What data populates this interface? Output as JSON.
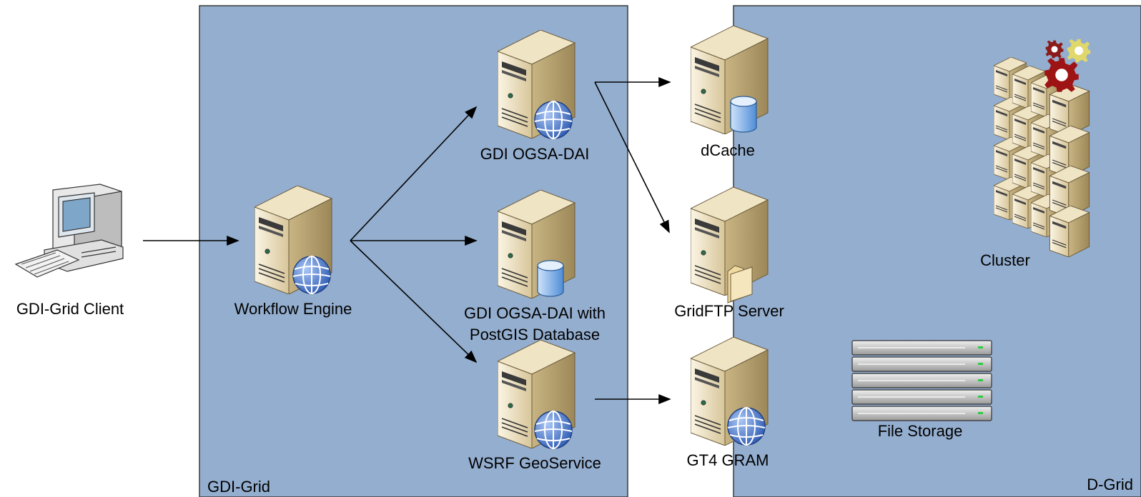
{
  "regions": {
    "gdi_grid": "GDI-Grid",
    "d_grid": "D-Grid"
  },
  "nodes": {
    "client": "GDI-Grid Client",
    "workflow": "Workflow Engine",
    "ogsa_dai": "GDI OGSA-DAI",
    "ogsa_dai_postgis_line1": "GDI OGSA-DAI with",
    "ogsa_dai_postgis_line2": "PostGIS Database",
    "geoservice": "WSRF GeoService",
    "dcache": "dCache",
    "gridftp": "GridFTP Server",
    "gram": "GT4 GRAM",
    "cluster": "Cluster",
    "file_storage": "File Storage"
  },
  "colors": {
    "region_fill": "#94aecf",
    "region_stroke": "#3a3a3a",
    "server_light": "#f3ead2",
    "server_mid": "#d9c9a0",
    "server_dark": "#a8956a",
    "globe": "#3f6fc6",
    "db": "#7fb0e6"
  },
  "icons": {
    "client": "desktop-computer-icon",
    "server": "server-tower-icon",
    "globe": "globe-icon",
    "database": "database-cylinder-icon",
    "folder": "folder-icon",
    "gears": "gears-icon",
    "rack": "storage-rack-icon"
  }
}
